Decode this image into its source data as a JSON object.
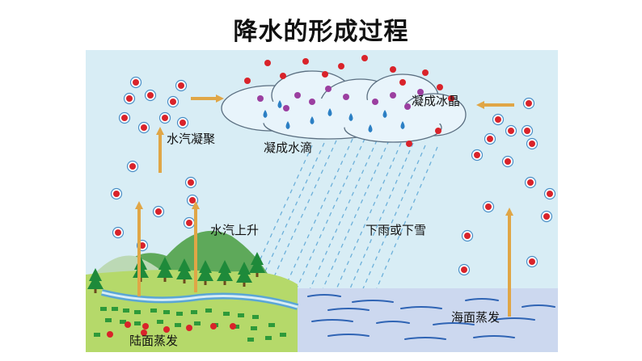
{
  "title": "降水的形成过程",
  "labels": {
    "condensation": "水汽凝聚",
    "droplets": "凝成水滴",
    "ice_crystals": "凝成冰晶",
    "vapor_rise": "水汽上升",
    "rain_snow": "下雨或下雪",
    "land_evaporation": "陆面蒸发",
    "sea_evaporation": "海面蒸发"
  },
  "colors": {
    "sky": "#d8edf5",
    "cloud": "#e8f4fb",
    "arrow": "#e0a646",
    "land": "#b5d96a",
    "sea": "#ccd8ef",
    "vapor_dot": "#d9232a",
    "ice_dot": "#9b3fa0"
  }
}
